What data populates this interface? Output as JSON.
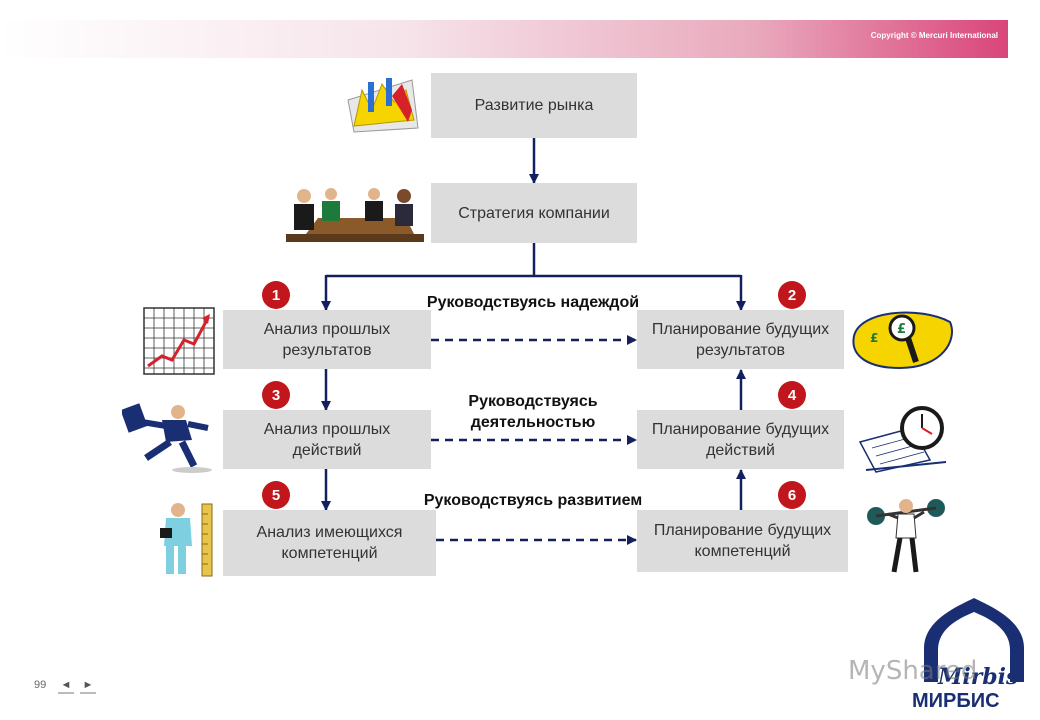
{
  "header": {
    "copyright": "Copyright © Mercuri International"
  },
  "boxes": {
    "market": "Развитие рынка",
    "strategy": "Стратегия компании",
    "past_results": "Анализ прошлых результатов",
    "future_results": "Планирование будущих результатов",
    "past_actions": "Анализ прошлых действий",
    "future_actions": "Планирование будущих действий",
    "current_competencies": "Анализ имеющихся компетенций",
    "future_competencies": "Планирование будущих компетенций"
  },
  "badges": [
    "1",
    "2",
    "3",
    "4",
    "5",
    "6"
  ],
  "guides": {
    "hope": "Руководствуясь надеждой",
    "activity": "Руководствуясь деятельностью",
    "development": "Руководствуясь развитием"
  },
  "footer": {
    "page_number": "99",
    "prev": "◄",
    "next": "►"
  },
  "logo": {
    "script": "Mirbis",
    "name": "МИРБИС"
  },
  "watermark": "MyShared",
  "colors": {
    "arrow": "#14205e",
    "badge": "#c0161c",
    "box": "#dcdcdc",
    "accent": "#d9457a"
  }
}
